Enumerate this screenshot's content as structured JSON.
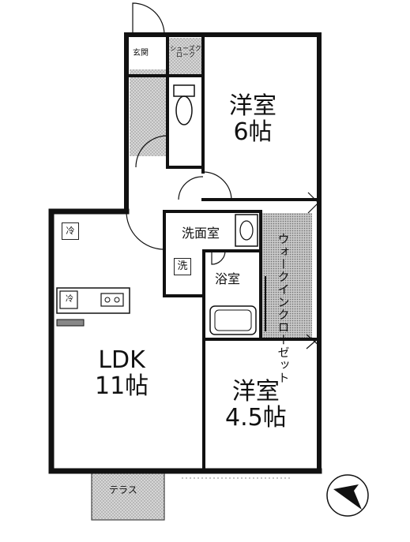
{
  "rooms": {
    "western_6": {
      "name": "洋室",
      "size": "6帖"
    },
    "western_45": {
      "name": "洋室",
      "size": "4.5帖"
    },
    "ldk": {
      "name": "LDK",
      "size": "11帖"
    },
    "entrance": "玄関",
    "shoes_cloak": "シューズクローク",
    "washroom": "洗面室",
    "bathroom": "浴室",
    "walk_in_closet": "ウォークインクローゼット",
    "terrace": "テラス"
  },
  "fixtures": {
    "laundry": "洗",
    "vent_top": "冷",
    "vent_kitchen": "冷"
  },
  "compass_icon": "north-arrow-icon"
}
